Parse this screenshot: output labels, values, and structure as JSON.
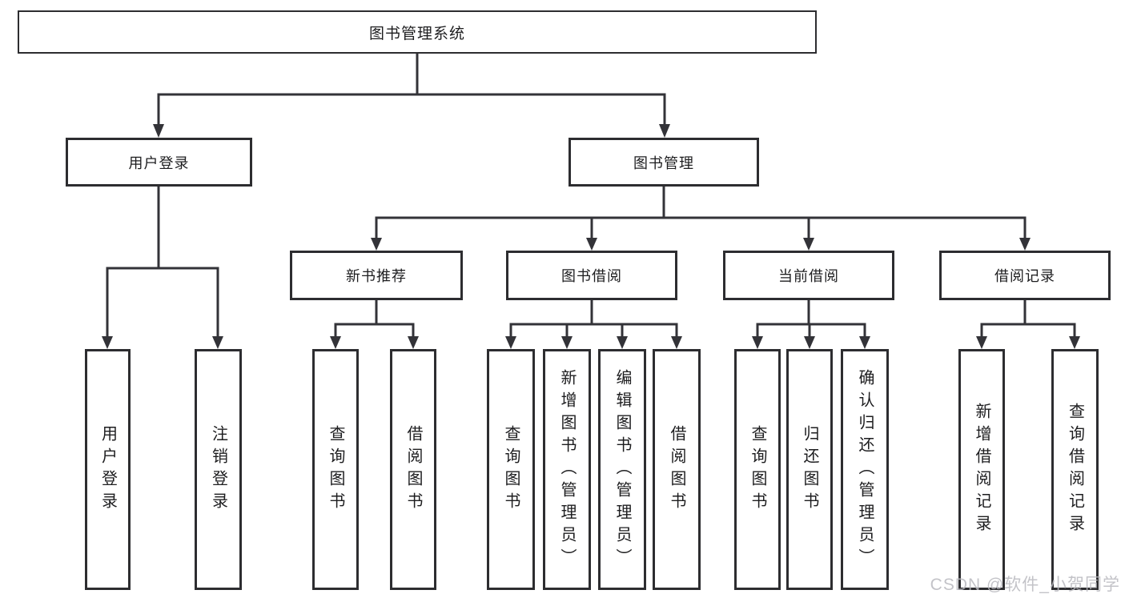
{
  "tree": {
    "root": {
      "label": "图书管理系统"
    },
    "branches": [
      {
        "label": "用户登录",
        "children": [
          {
            "label": "用户登录"
          },
          {
            "label": "注销登录"
          }
        ]
      },
      {
        "label": "图书管理",
        "children": [
          {
            "label": "新书推荐",
            "children": [
              {
                "label": "查询图书"
              },
              {
                "label": "借阅图书"
              }
            ]
          },
          {
            "label": "图书借阅",
            "children": [
              {
                "label": "查询图书"
              },
              {
                "label": "新增图书（管理员）"
              },
              {
                "label": "编辑图书（管理员）"
              },
              {
                "label": "借阅图书"
              }
            ]
          },
          {
            "label": "当前借阅",
            "children": [
              {
                "label": "查询图书"
              },
              {
                "label": "归还图书"
              },
              {
                "label": "确认归还（管理员）"
              }
            ]
          },
          {
            "label": "借阅记录",
            "children": [
              {
                "label": "新增借阅记录"
              },
              {
                "label": "查询借阅记录"
              }
            ]
          }
        ]
      }
    ]
  },
  "watermark": "CSDN @软件_小贺同学",
  "colors": {
    "line": "#333338",
    "box_border": "#2d2d30",
    "text": "#1d1d1f",
    "watermark": "#b9b9be",
    "background": "#ffffff"
  }
}
